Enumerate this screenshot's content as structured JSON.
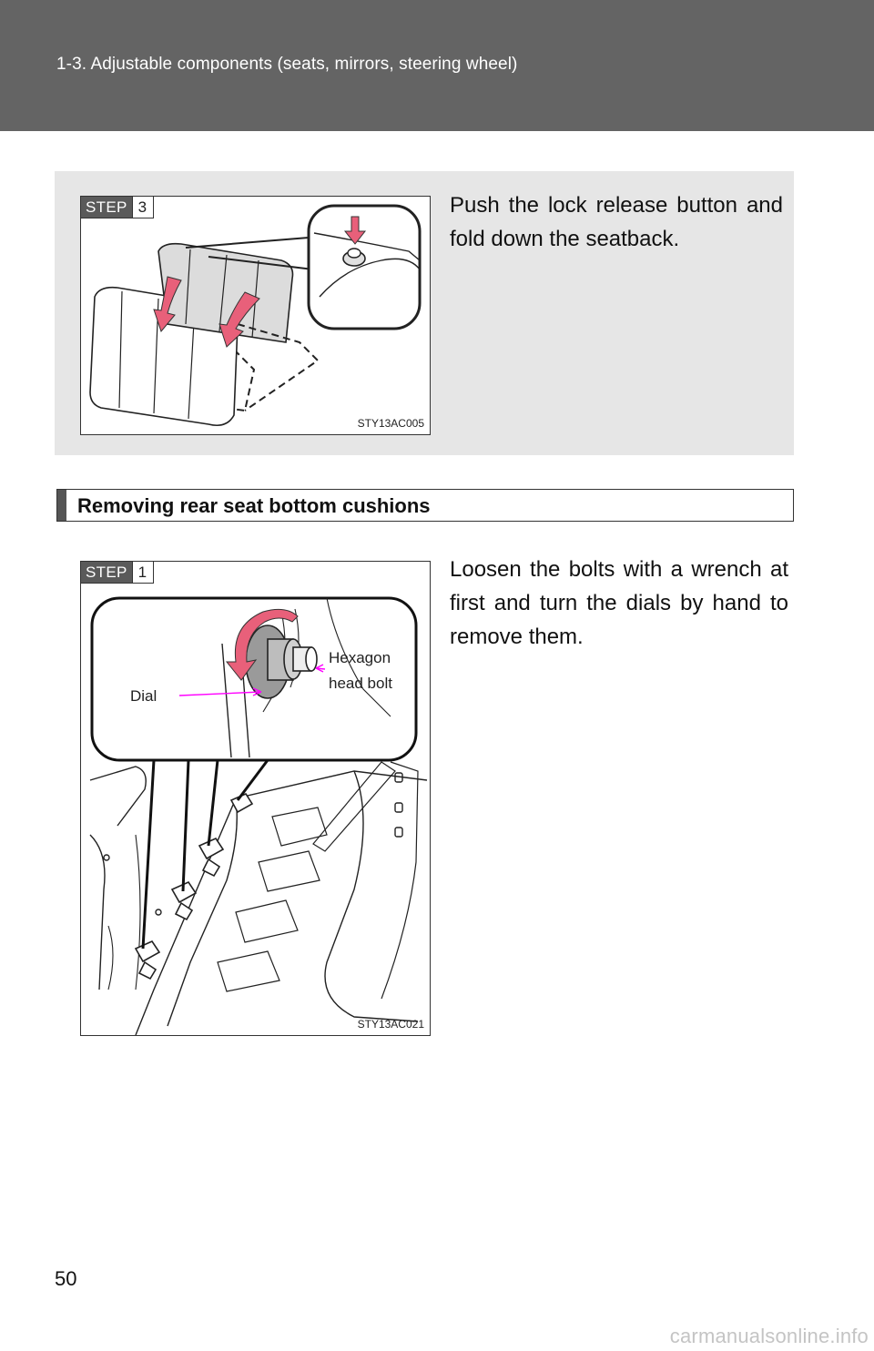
{
  "header": {
    "title": "1-3. Adjustable components (seats, mirrors, steering wheel)"
  },
  "step3": {
    "step_word": "STEP",
    "step_number": "3",
    "figure_code": "STY13AC005",
    "text": "Push the lock release button and fold down the seatback."
  },
  "section": {
    "title": "Removing rear seat bottom cushions"
  },
  "step1": {
    "step_word": "STEP",
    "step_number": "1",
    "figure_code": "STY13AC021",
    "label_dial": "Dial",
    "label_hex_line1": "Hexagon",
    "label_hex_line2": "head bolt",
    "text": "Loosen the bolts with a wrench at first and turn the dials by hand to remove them."
  },
  "footer": {
    "page_number": "50",
    "watermark": "carmanualsonline.info"
  },
  "colors": {
    "header_bg": "#646464",
    "panel_bg": "#e6e6e6",
    "arrow_pink": "#e8607a",
    "callout_magenta": "#ff00ff"
  },
  "icons": [
    "seat-fold-arrow-icon",
    "lock-release-push-arrow-icon",
    "dial-turn-arrow-icon"
  ]
}
